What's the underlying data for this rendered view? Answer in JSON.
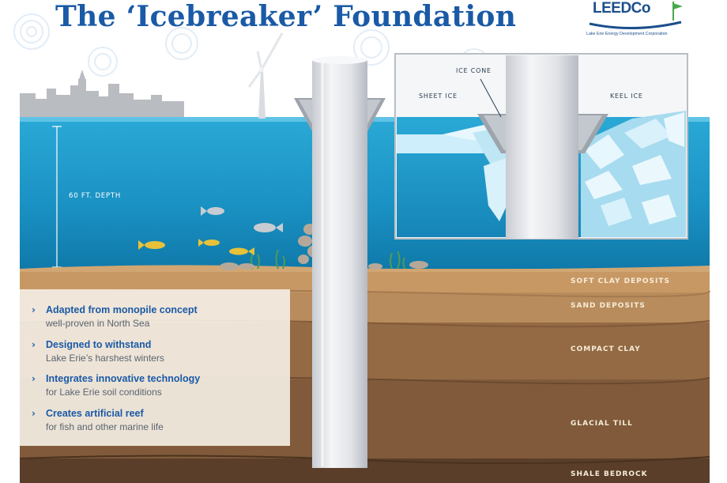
{
  "title": "The ‘Icebreaker’ Foundation",
  "logo": {
    "name": "LEEDCo",
    "subtitle": "Lake Erie Energy Development Corporation"
  },
  "depth_label": "60 FT. DEPTH",
  "inset": {
    "ice_cone": "ICE CONE",
    "sheet_ice": "SHEET ICE",
    "keel_ice": "KEEL ICE"
  },
  "layers": [
    {
      "id": "soft-clay",
      "label": "SOFT CLAY DEPOSITS"
    },
    {
      "id": "sand",
      "label": "SAND DEPOSITS"
    },
    {
      "id": "compact-clay",
      "label": "COMPACT CLAY"
    },
    {
      "id": "glacial-till",
      "label": "GLACIAL TILL"
    },
    {
      "id": "shale",
      "label": "SHALE BEDROCK"
    }
  ],
  "bullets": [
    {
      "head": "Adapted from monopile concept",
      "sub": "well-proven in North Sea"
    },
    {
      "head": "Designed to withstand",
      "sub": "Lake Erie’s harshest winters"
    },
    {
      "head": "Integrates innovative technology",
      "sub": "for Lake Erie soil conditions"
    },
    {
      "head": "Creates artificial reef",
      "sub": "for fish and other marine life"
    }
  ],
  "colors": {
    "title_blue": "#1a5aa6",
    "water_top": "#2aa9d6",
    "water_bottom": "#0e78a8",
    "soft_clay": "#c89864",
    "sand": "#b88c5c",
    "compact_clay": "#946a44",
    "glacial_till": "#805a3a",
    "shale": "#5a3e2a",
    "pile": "#e8eaee",
    "ice": "#bfe6f5"
  },
  "icons": [
    "chevron-right-icon",
    "fish-icon",
    "wind-turbine-icon",
    "city-skyline-icon",
    "logo-mark-icon"
  ]
}
